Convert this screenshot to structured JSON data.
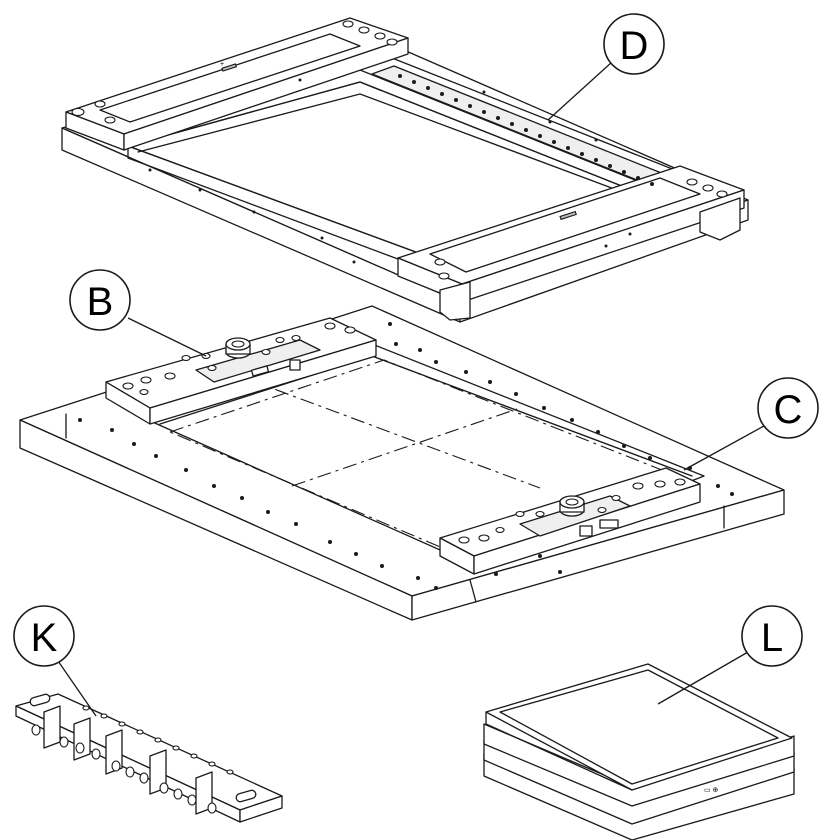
{
  "callouts": {
    "D": "D",
    "B": "B",
    "C": "C",
    "K": "K",
    "L": "L"
  },
  "colors": {
    "line": "#1a1a1a",
    "background": "#ffffff"
  }
}
